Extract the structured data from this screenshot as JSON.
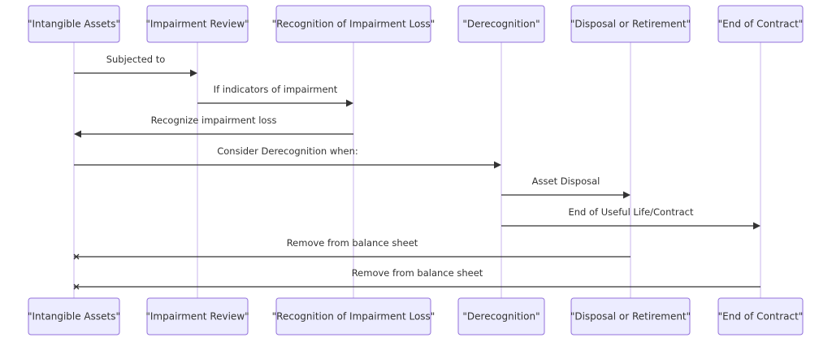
{
  "diagram": {
    "type": "sequence",
    "participants": [
      {
        "id": "ia",
        "label": "\"Intangible Assets\""
      },
      {
        "id": "ir",
        "label": "\"Impairment Review\""
      },
      {
        "id": "ril",
        "label": "\"Recognition of Impairment Loss\""
      },
      {
        "id": "de",
        "label": "\"Derecognition\""
      },
      {
        "id": "dr",
        "label": "\"Disposal or Retirement\""
      },
      {
        "id": "ec",
        "label": "\"End of Contract\""
      }
    ],
    "messages": [
      {
        "from": "ia",
        "to": "ir",
        "label": "Subjected to",
        "head": "arrow"
      },
      {
        "from": "ir",
        "to": "ril",
        "label": "If indicators of impairment",
        "head": "arrow"
      },
      {
        "from": "ril",
        "to": "ia",
        "label": "Recognize impairment loss",
        "head": "arrow"
      },
      {
        "from": "ia",
        "to": "de",
        "label": "Consider Derecognition when:",
        "head": "arrow"
      },
      {
        "from": "de",
        "to": "dr",
        "label": "Asset Disposal",
        "head": "arrow"
      },
      {
        "from": "de",
        "to": "ec",
        "label": "End of Useful Life/Contract",
        "head": "arrow"
      },
      {
        "from": "dr",
        "to": "ia",
        "label": "Remove from balance sheet",
        "head": "cross"
      },
      {
        "from": "ec",
        "to": "ia",
        "label": "Remove from balance sheet",
        "head": "cross"
      }
    ]
  }
}
